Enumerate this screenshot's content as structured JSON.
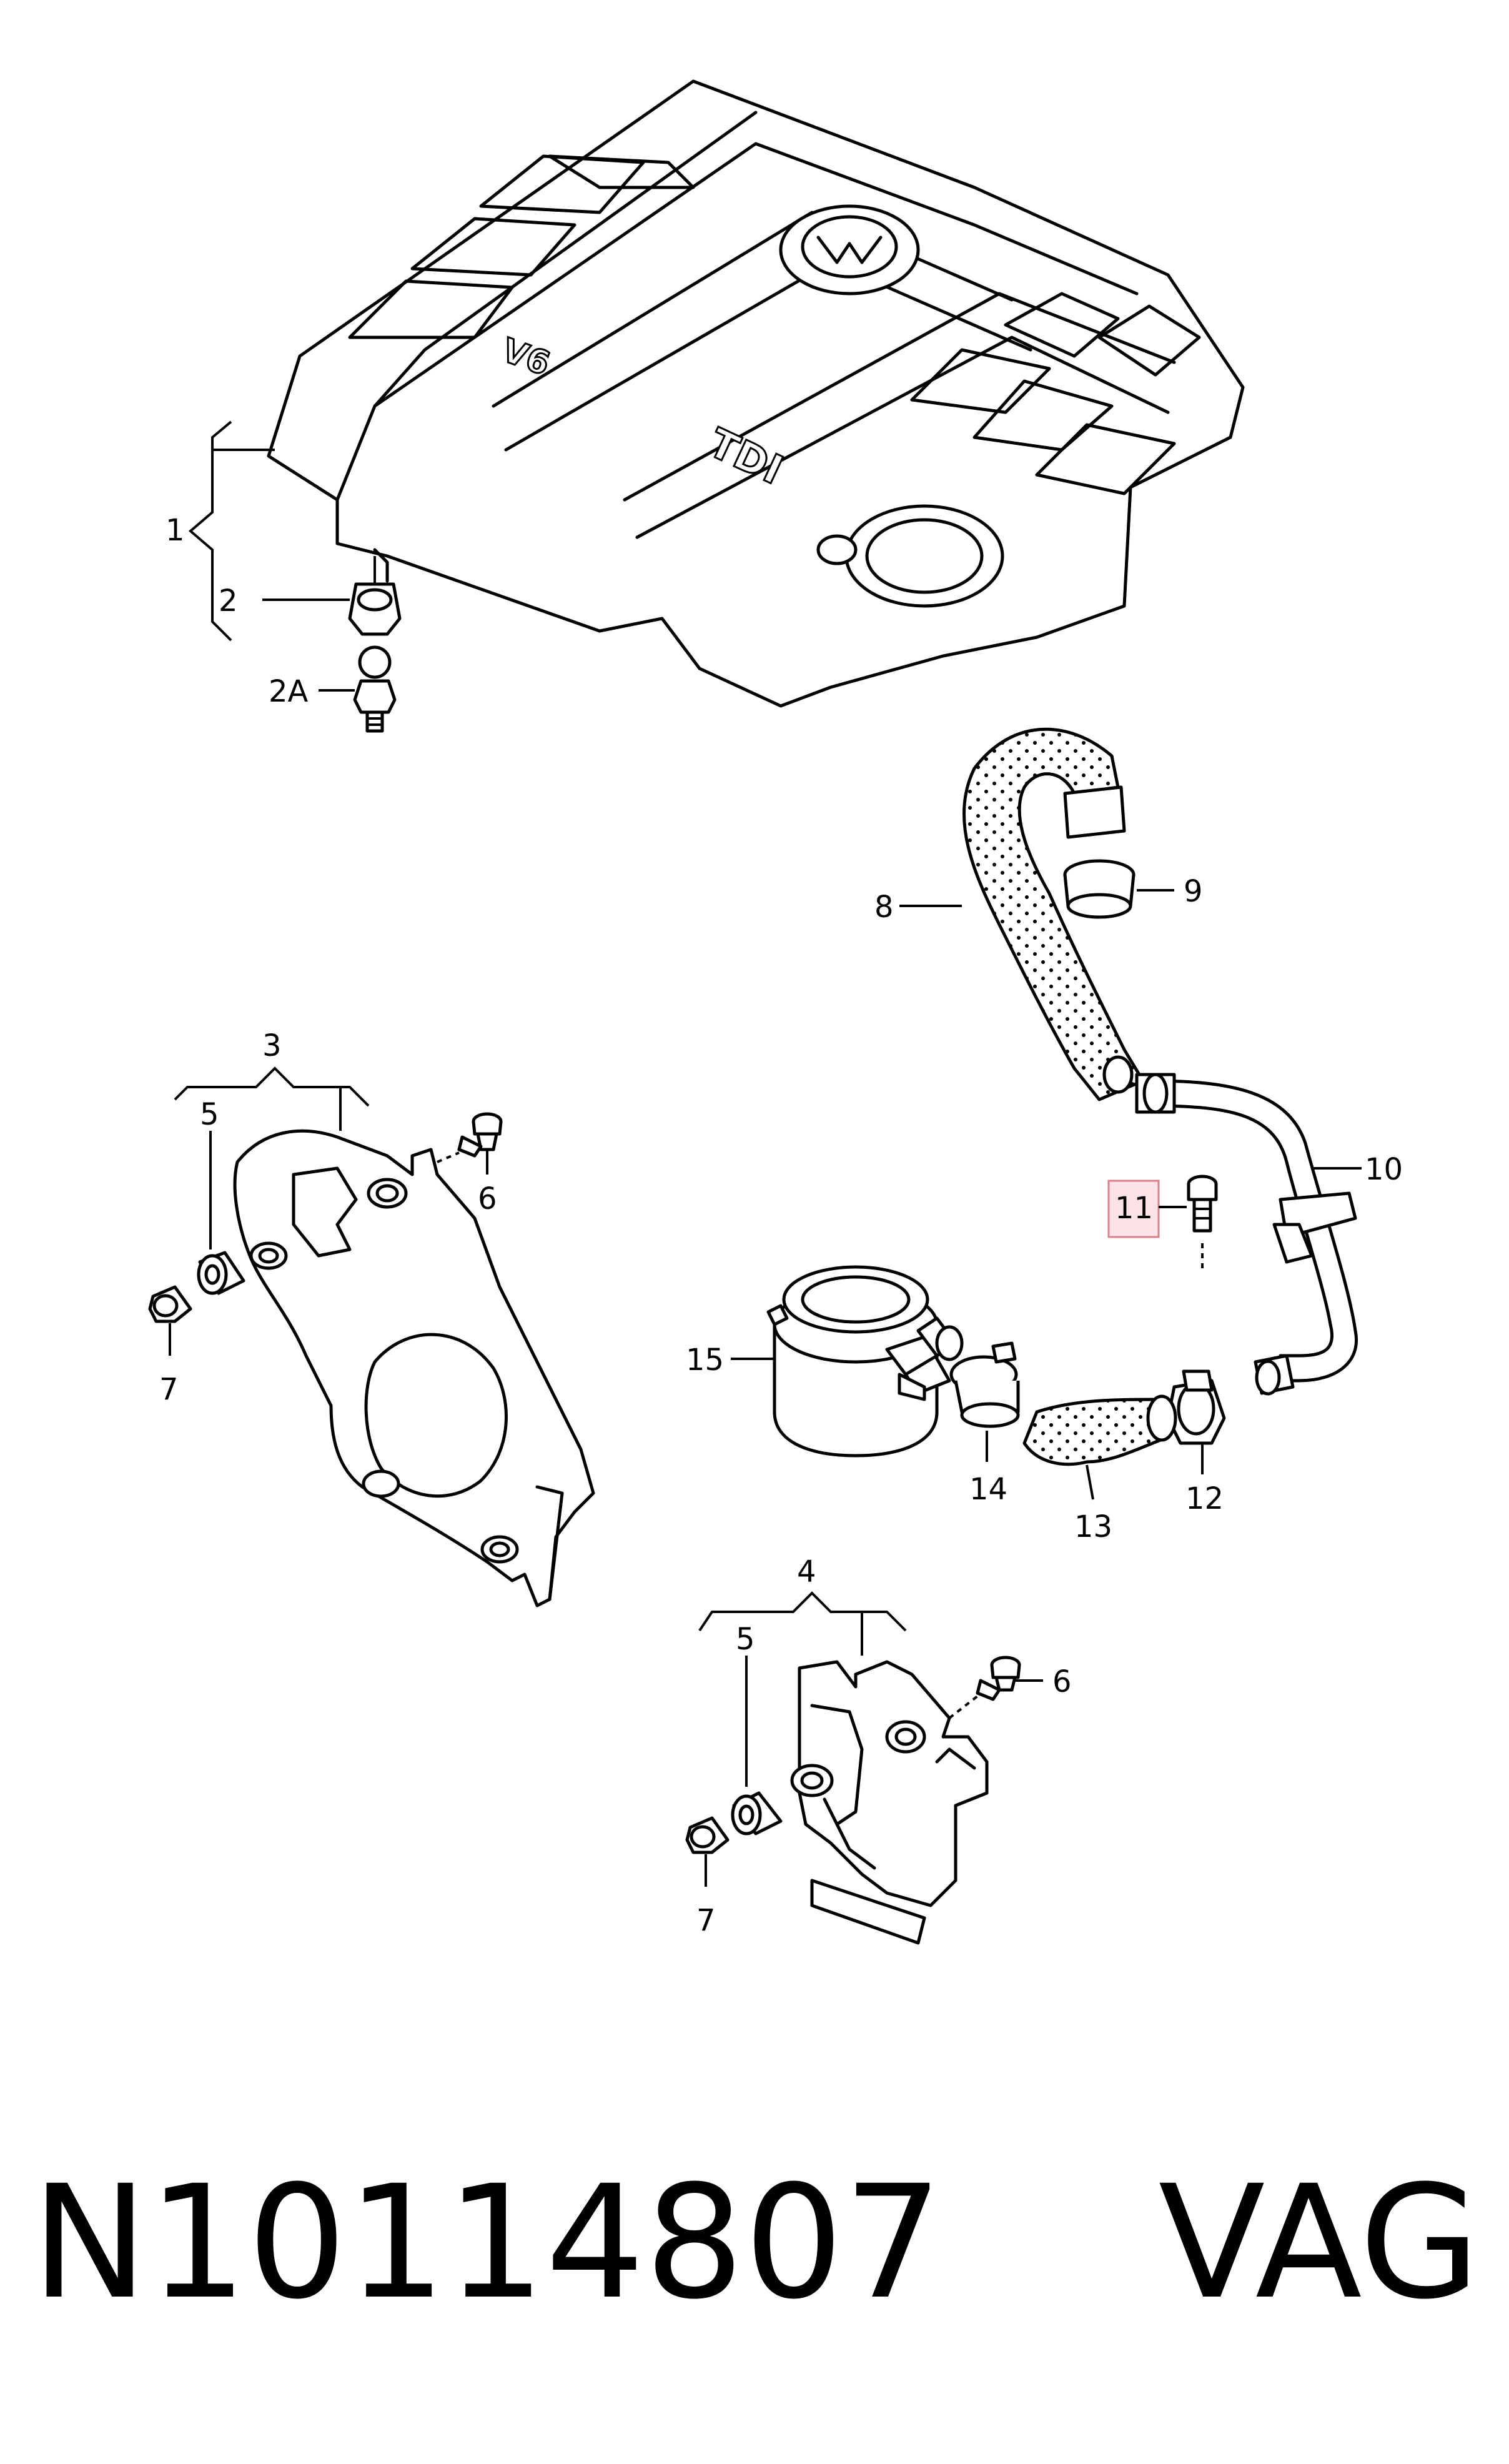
{
  "callouts": {
    "c1": "1",
    "c2": "2",
    "c2a": "2A",
    "c3": "3",
    "c4": "4",
    "c5a": "5",
    "c5b": "5",
    "c6a": "6",
    "c6b": "6",
    "c7a": "7",
    "c7b": "7",
    "c8": "8",
    "c9": "9",
    "c10": "10",
    "c11": "11",
    "c12": "12",
    "c13": "13",
    "c14": "14",
    "c15": "15"
  },
  "cover_marks": {
    "v6": "V6",
    "tdi": "TDI"
  },
  "footer": {
    "part_number": "N10114807",
    "brand": "VAG"
  },
  "colors": {
    "line": "#000000",
    "highlight_fill": "#fce4e6",
    "highlight_stroke": "#d9808a"
  }
}
